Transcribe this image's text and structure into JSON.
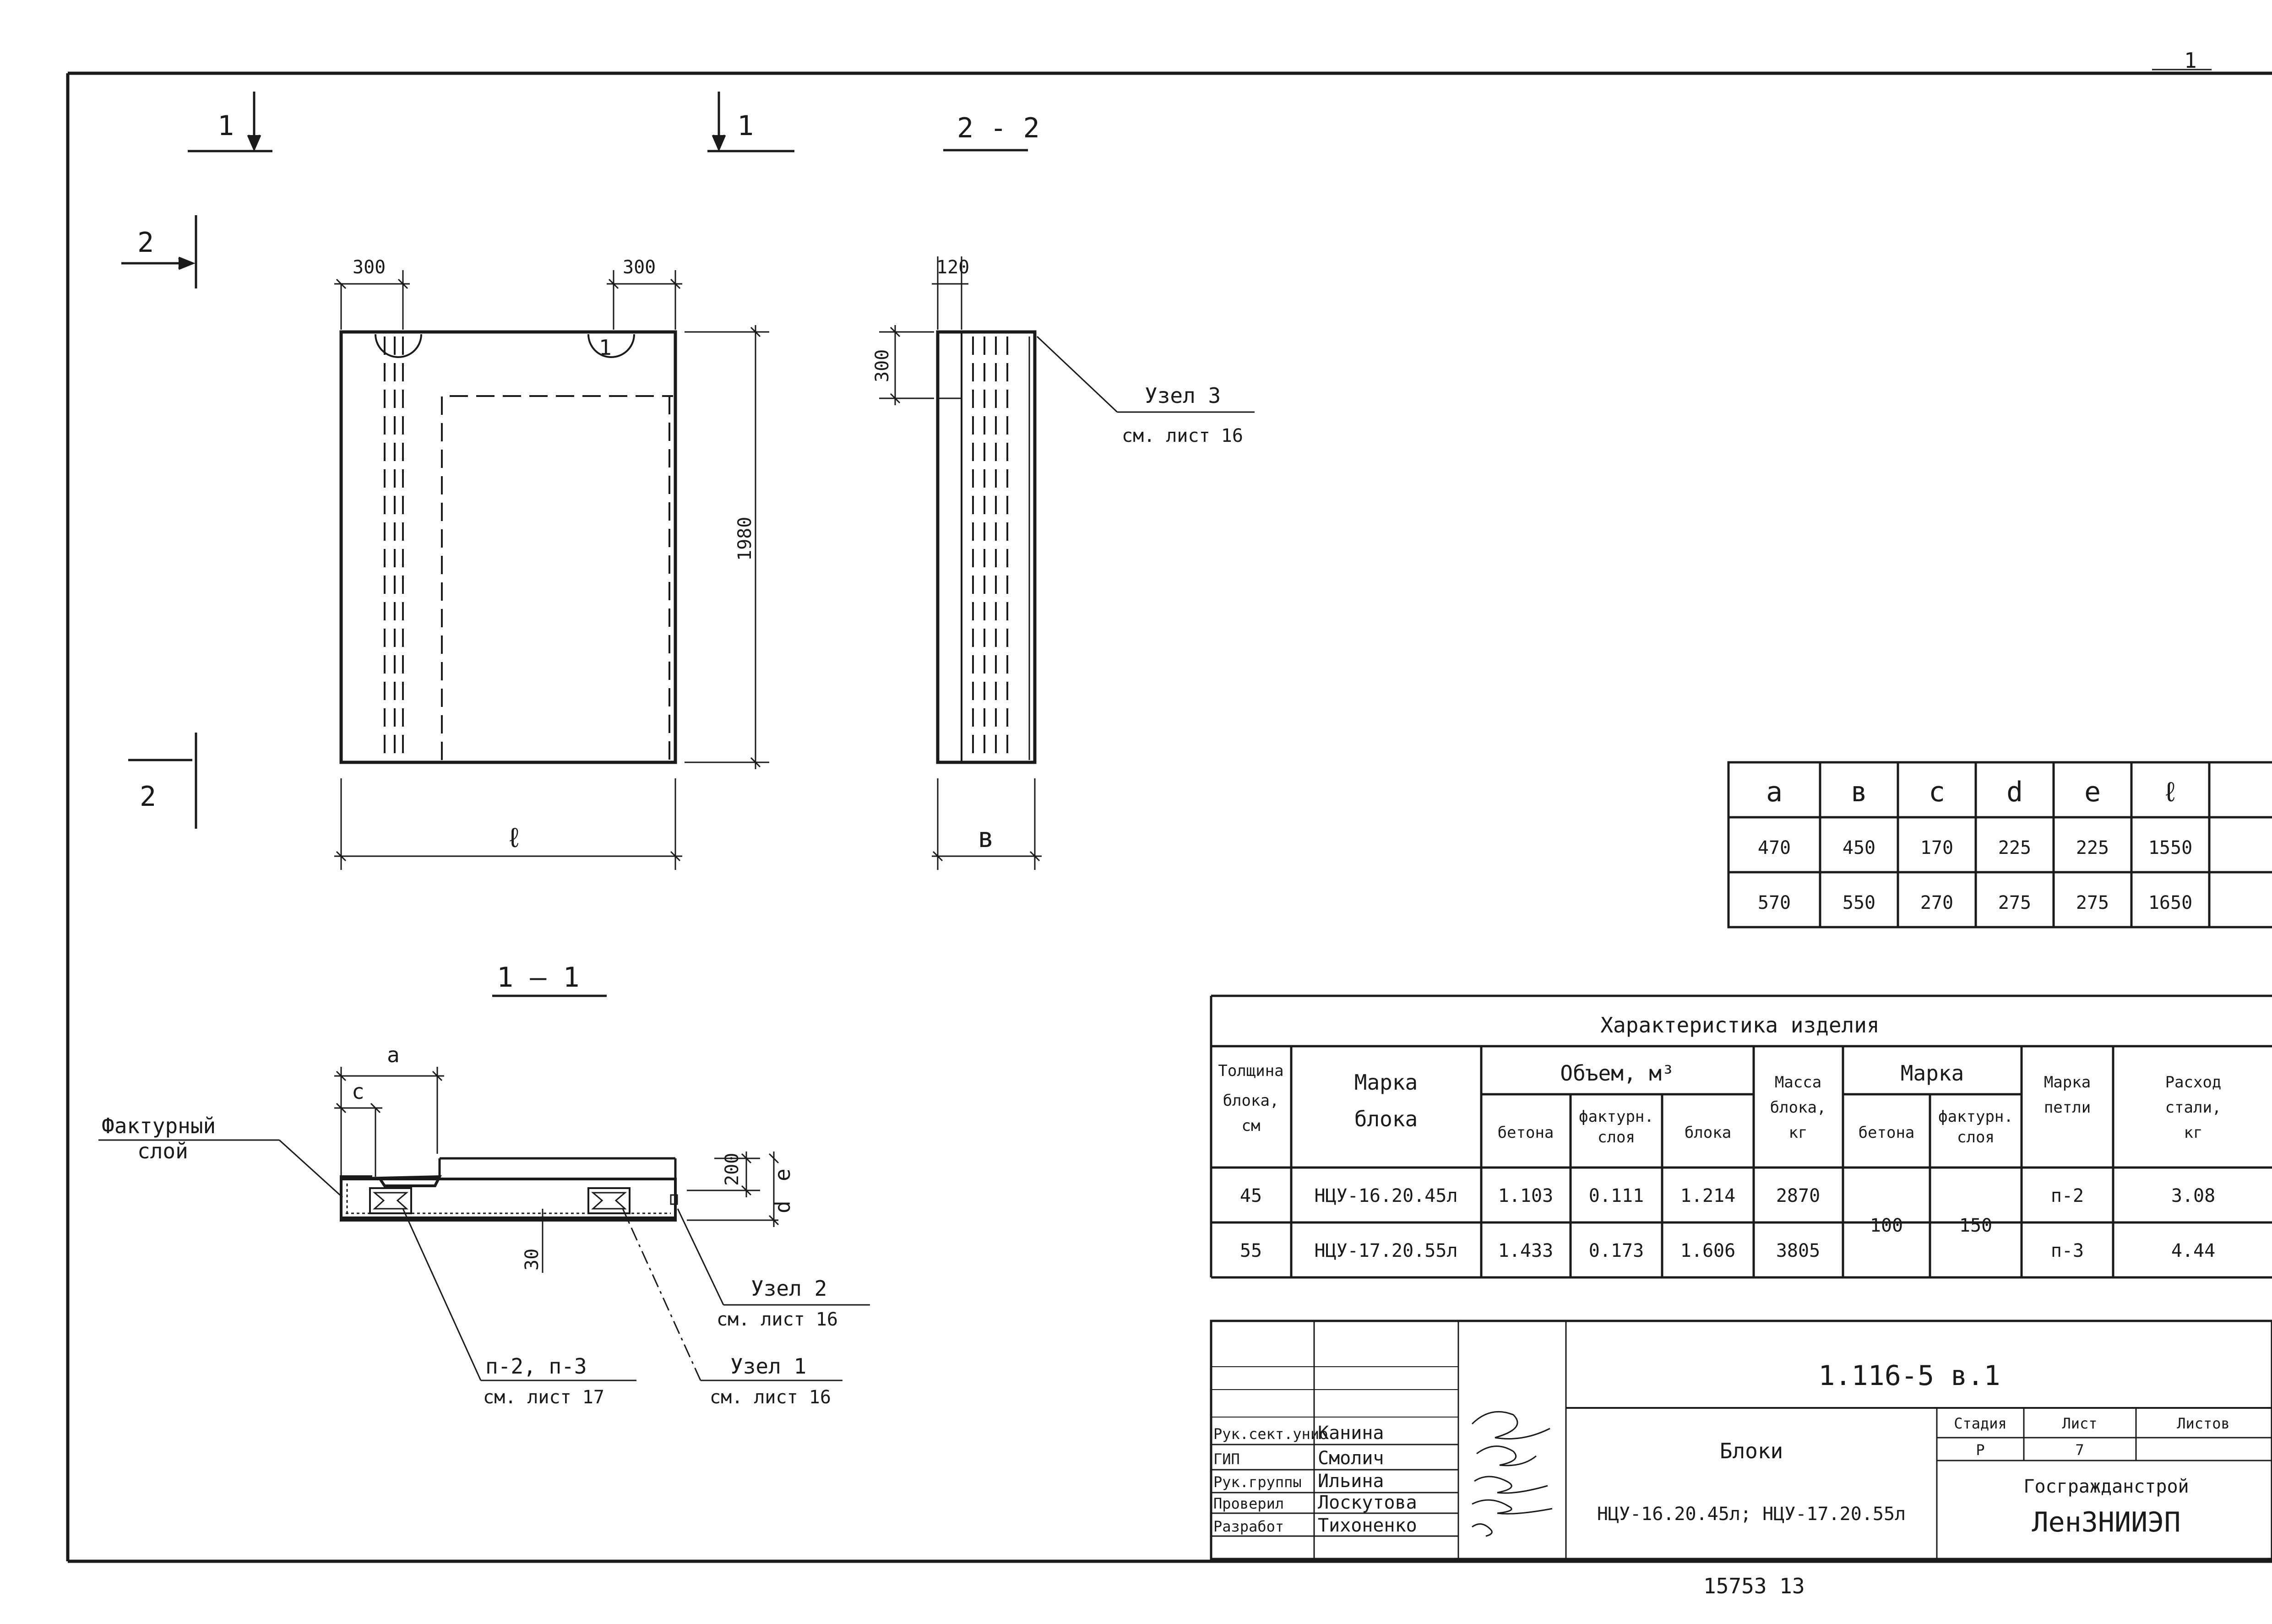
{
  "sheet": {
    "page_number": "1",
    "archive_note": "15753  13"
  },
  "views": {
    "section_1_left": "1",
    "section_1_right": "1",
    "section_2_top": "2",
    "section_2_bottom": "2",
    "view_2_2_title": "2 - 2",
    "view_1_1_title": "1 — 1"
  },
  "front_view": {
    "dim_left": "300",
    "dim_right": "300",
    "dim_height": "1980",
    "dim_width": "ℓ",
    "mark": "1"
  },
  "side_view": {
    "dim_top": "120",
    "dim_side": "300",
    "dim_width": "в"
  },
  "callouts": {
    "node3": "Узел 3",
    "node3_ref": "см. лист 16",
    "node2": "Узел 2",
    "node2_ref": "см. лист 16",
    "node1": "Узел 1",
    "node1_ref": "см. лист 16",
    "loops": "п-2, п-3",
    "loops_ref": "см. лист 17",
    "facing_layer_1": "Фактурный",
    "facing_layer_2": "слой"
  },
  "section_1_1": {
    "dim_a": "a",
    "dim_c": "c",
    "dim_200": "200",
    "dim_e": "e",
    "dim_d": "d",
    "dim_30": "30"
  },
  "dims_table": {
    "headers": [
      "a",
      "в",
      "c",
      "d",
      "e",
      "ℓ"
    ],
    "rows": [
      [
        "470",
        "450",
        "170",
        "225",
        "225",
        "1550"
      ],
      [
        "570",
        "550",
        "270",
        "275",
        "275",
        "1650"
      ]
    ]
  },
  "char_table": {
    "title": "Характеристика изделия",
    "h_thickness": [
      "Толщина",
      "блока,",
      "см"
    ],
    "h_mark": [
      "Марка",
      "блока"
    ],
    "h_volume": "Объем, м³",
    "h_vol_concrete": "бетона",
    "h_vol_facing": [
      "фактурн.",
      "слоя"
    ],
    "h_vol_block": "блока",
    "h_mass": [
      "Масса",
      "блока,",
      "кг"
    ],
    "h_grade": "Марка",
    "h_grade_concrete": "бетона",
    "h_grade_facing": [
      "фактурн.",
      "слоя"
    ],
    "h_loop": [
      "Марка",
      "петли"
    ],
    "h_steel": [
      "Расход",
      "стали,",
      "кг"
    ],
    "rows": [
      {
        "thickness": "45",
        "mark": "НЦУ-16.20.45л",
        "v_concrete": "1.103",
        "v_facing": "0.111",
        "v_block": "1.214",
        "mass": "2870",
        "loop": "п-2",
        "steel": "3.08"
      },
      {
        "thickness": "55",
        "mark": "НЦУ-17.20.55л",
        "v_concrete": "1.433",
        "v_facing": "0.173",
        "v_block": "1.606",
        "mass": "3805",
        "loop": "п-3",
        "steel": "4.44"
      }
    ],
    "grade_concrete": "100",
    "grade_facing": "150"
  },
  "title_block": {
    "code": "1.116-5 в.1",
    "roles": [
      "Рук.сект.унио",
      "ГИП",
      "Рук.группы",
      "Проверил",
      "Разработ"
    ],
    "names": [
      "Канина",
      "Смолич",
      "Ильина",
      "Лоскутова",
      "Тихоненко"
    ],
    "doc_title": "Блоки",
    "doc_subtitle": "НЦУ-16.20.45л; НЦУ-17.20.55л",
    "h_stage": "Стадия",
    "h_sheet": "Лист",
    "h_sheets": "Листов",
    "stage": "Р",
    "sheet": "7",
    "sheets": "",
    "org_1": "Госгражданстрой",
    "org_2": "ЛенЗНИИЭП"
  }
}
